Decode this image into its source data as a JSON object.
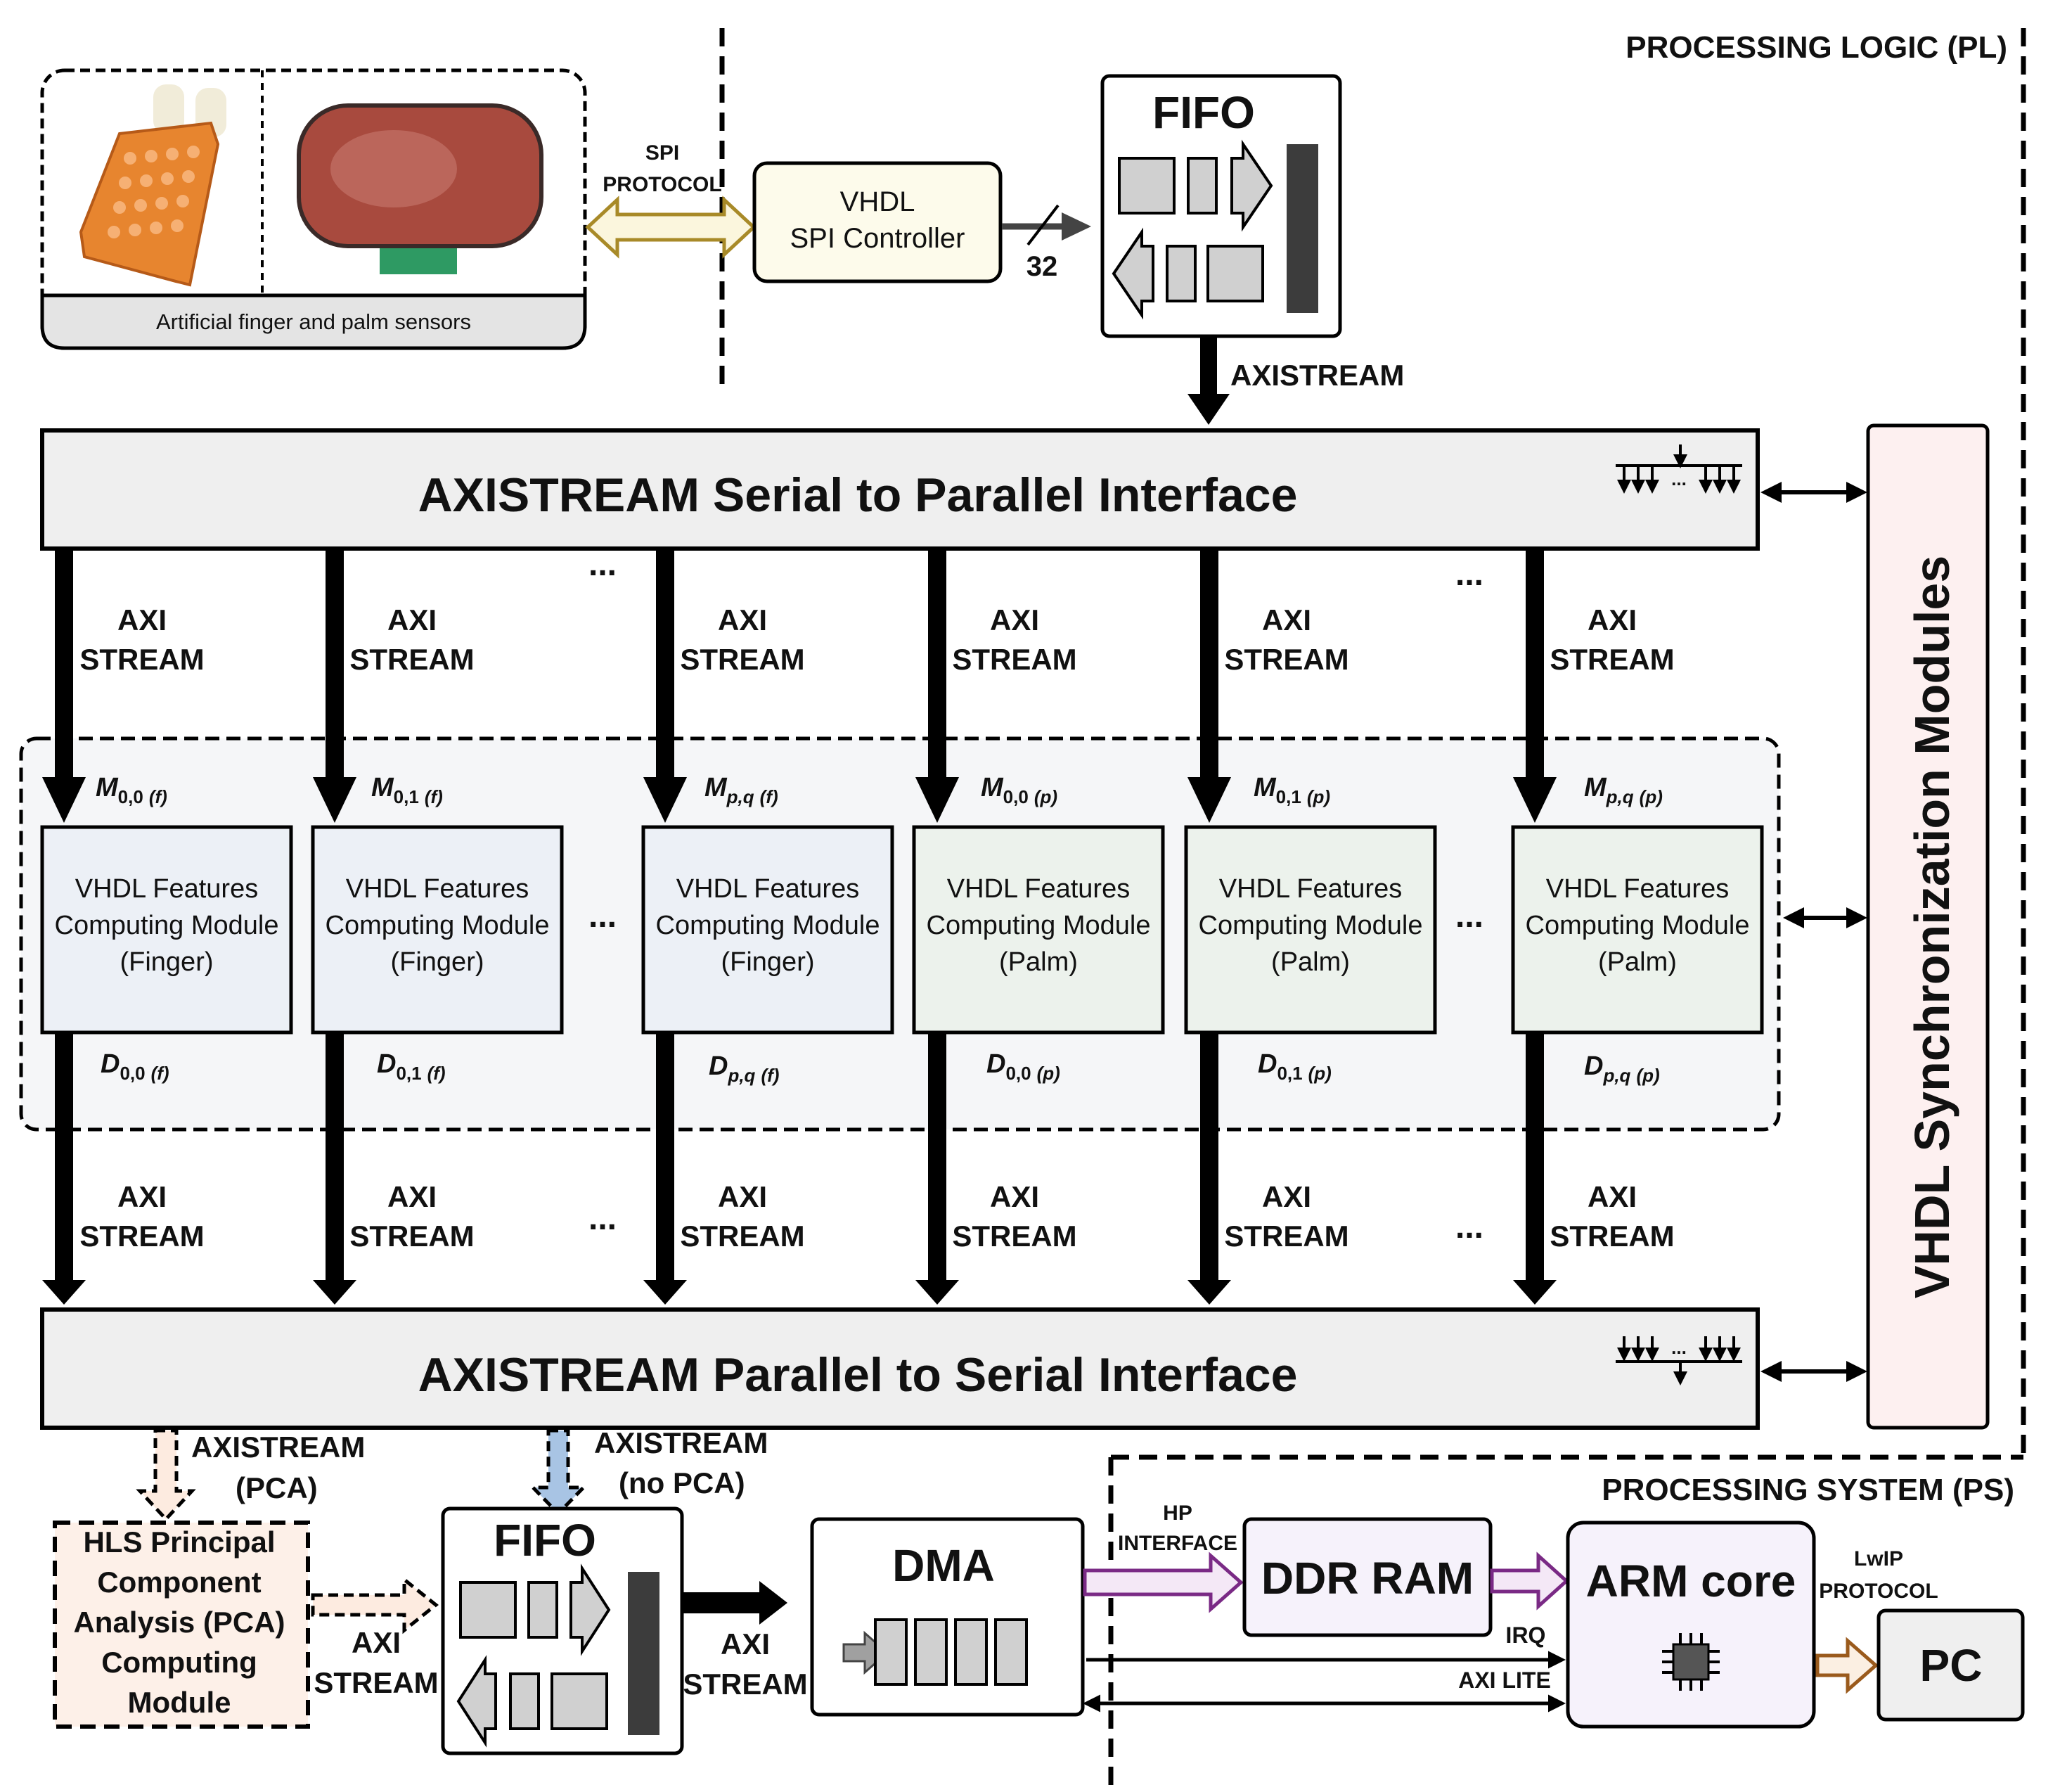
{
  "regions": {
    "pl": "PROCESSING LOGIC (PL)",
    "ps": "PROCESSING SYSTEM (PS)"
  },
  "sensors": {
    "caption": "Artificial finger and palm sensors"
  },
  "spi": {
    "line1": "SPI",
    "line2": "PROTOCOL"
  },
  "spi_ctrl": {
    "line1": "VHDL",
    "line2": "SPI Controller"
  },
  "bus_width": "32",
  "fifo_top": {
    "title": "FIFO"
  },
  "axistream_top": "AXISTREAM",
  "s2p": {
    "title": "AXISTREAM Serial to Parallel Interface"
  },
  "p2s": {
    "title": "AXISTREAM Parallel to Serial Interface"
  },
  "sync": {
    "title": "VHDL Synchronization Modules"
  },
  "axi": {
    "line1": "AXI",
    "line2": "STREAM"
  },
  "ellipsis": "...",
  "modules": [
    {
      "l1": "VHDL Features",
      "l2": "Computing Module",
      "l3": "(Finger)",
      "m_base": "M",
      "m_sub": "0,0",
      "m_tag": "(f)",
      "d_base": "D",
      "d_sub": "0,0",
      "d_tag": "(f)"
    },
    {
      "l1": "VHDL Features",
      "l2": "Computing Module",
      "l3": "(Finger)",
      "m_base": "M",
      "m_sub": "0,1",
      "m_tag": "(f)",
      "d_base": "D",
      "d_sub": "0,1",
      "d_tag": "(f)"
    },
    {
      "l1": "VHDL Features",
      "l2": "Computing Module",
      "l3": "(Finger)",
      "m_base": "M",
      "m_sub": "p,q",
      "m_tag": "(f)",
      "d_base": "D",
      "d_sub": "p,q",
      "d_tag": "(f)"
    },
    {
      "l1": "VHDL Features",
      "l2": "Computing Module",
      "l3": "(Palm)",
      "m_base": "M",
      "m_sub": "0,0",
      "m_tag": "(p)",
      "d_base": "D",
      "d_sub": "0,0",
      "d_tag": "(p)"
    },
    {
      "l1": "VHDL Features",
      "l2": "Computing Module",
      "l3": "(Palm)",
      "m_base": "M",
      "m_sub": "0,1",
      "m_tag": "(p)",
      "d_base": "D",
      "d_sub": "0,1",
      "d_tag": "(p)"
    },
    {
      "l1": "VHDL Features",
      "l2": "Computing Module",
      "l3": "(Palm)",
      "m_base": "M",
      "m_sub": "p,q",
      "m_tag": "(p)",
      "d_base": "D",
      "d_sub": "p,q",
      "d_tag": "(p)"
    }
  ],
  "pca_path": {
    "l1": "AXISTREAM",
    "l2": "(PCA)"
  },
  "nopca_path": {
    "l1": "AXISTREAM",
    "l2": "(no PCA)"
  },
  "pca": {
    "l1": "HLS Principal",
    "l2": "Component",
    "l3": "Analysis (PCA)",
    "l4": "Computing",
    "l5": "Module"
  },
  "fifo_bottom": {
    "title": "FIFO"
  },
  "dma": {
    "title": "DMA"
  },
  "hp": {
    "l1": "HP",
    "l2": "INTERFACE"
  },
  "ddr": {
    "title": "DDR RAM"
  },
  "arm": {
    "title": "ARM core"
  },
  "irq": "IRQ",
  "axilite": "AXI LITE",
  "lwip": {
    "l1": "LwIP",
    "l2": "PROTOCOL"
  },
  "pc": {
    "title": "PC"
  },
  "colors": {
    "finger_module": "#ecf0f6",
    "palm_module": "#ecf2ec",
    "sync_fill": "#fdf0f0",
    "spi_fill": "#fdfbeb",
    "pca_fill": "#fdf0e8",
    "arm_fill": "#f6f2fb",
    "hp_arrow": "#7a2a85",
    "lwip_arrow": "#9a5a1c",
    "spi_arrow": "#a88a28"
  }
}
